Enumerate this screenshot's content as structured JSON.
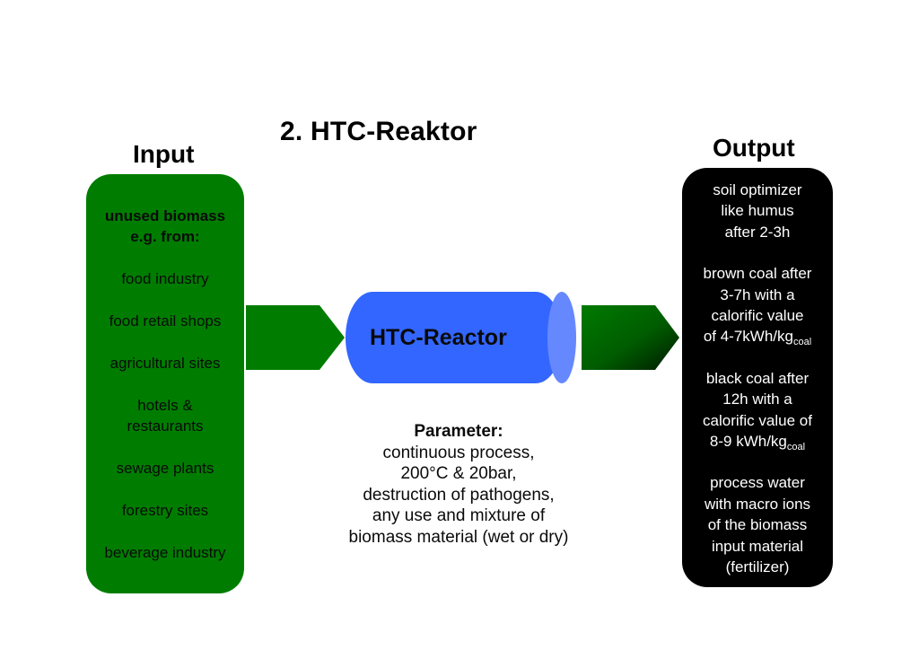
{
  "title": "2. HTC-Reaktor",
  "input": {
    "heading": "Input",
    "lead_line1": "unused biomass",
    "lead_line2": "e.g. from:",
    "sources": [
      "food industry",
      "food retail shops",
      "agricultural sites",
      "hotels &",
      "restaurants",
      "sewage plants",
      "forestry sites",
      "beverage industry"
    ],
    "color": "#007d00"
  },
  "reactor": {
    "label": "HTC-Reactor",
    "body_color": "#3366ff",
    "cap_color": "#6688ff"
  },
  "parameters": {
    "heading": "Parameter:",
    "lines": [
      "continuous process,",
      "200°C & 20bar,",
      "destruction of pathogens,",
      "any use and mixture of",
      "biomass material (wet or dry)"
    ]
  },
  "output": {
    "heading": "Output",
    "color": "#000000",
    "blocks": {
      "soil": [
        "soil optimizer",
        "like humus",
        "after 2-3h"
      ],
      "brown": [
        "brown coal after",
        "3-7h with a",
        "calorific value",
        "of 4-7kWh/kg"
      ],
      "brown_sub": "coal",
      "black": [
        "black coal after",
        "12h with a",
        "calorific value of",
        "8-9 kWh/kg"
      ],
      "black_sub": "coal",
      "water": [
        "process water",
        "with macro ions",
        "of the biomass",
        "input material",
        "(fertilizer)"
      ]
    }
  }
}
